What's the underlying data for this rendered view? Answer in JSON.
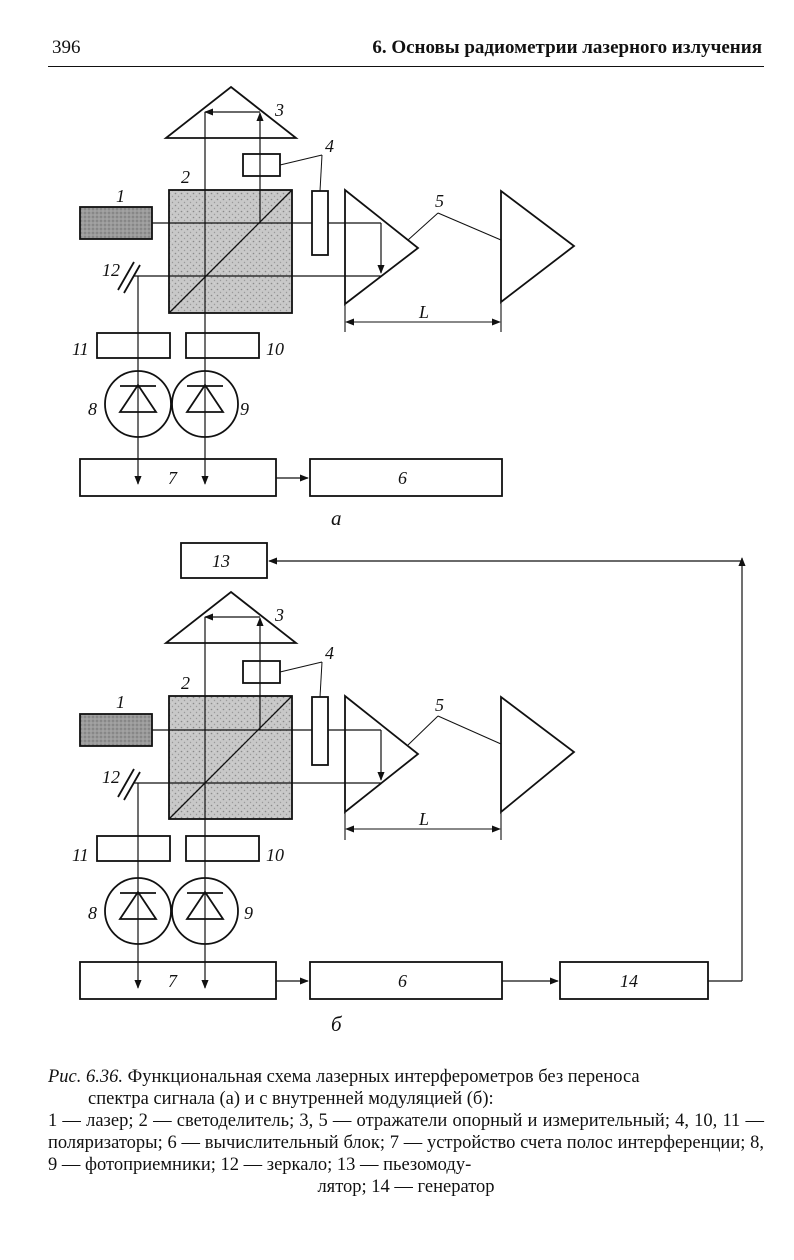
{
  "header": {
    "page_number": "396",
    "running_title": "6. Основы радиометрии лазерного излучения"
  },
  "figure": {
    "panel_a": {
      "labels": {
        "n1": "1",
        "n2": "2",
        "n3": "3",
        "n4": "4",
        "n5": "5",
        "n6": "6",
        "n7": "7",
        "n8": "8",
        "n9": "9",
        "n10": "10",
        "n11": "11",
        "n12": "12",
        "L": "L"
      },
      "sublabel": "а"
    },
    "panel_b": {
      "labels": {
        "n1": "1",
        "n2": "2",
        "n3": "3",
        "n4": "4",
        "n5": "5",
        "n6": "6",
        "n7": "7",
        "n8": "8",
        "n9": "9",
        "n10": "10",
        "n11": "11",
        "n12": "12",
        "n13": "13",
        "n14": "14",
        "L": "L"
      },
      "sublabel": "б"
    }
  },
  "caption": {
    "lead": "Рис. 6.36.",
    "title_line1": " Функциональная схема лазерных интерферометров без переноса",
    "title_line2": "спектра сигнала (а) и с внутренней модуляцией (б):",
    "legend": "1 — лазер; 2 — светоделитель; 3, 5 — отражатели опорный и измерительный; 4, 10, 11 — поляризаторы; 6 — вычислительный блок; 7 — устройство счета полос интерференции; 8, 9 — фотоприемники; 12 — зеркало; 13 — пьезомоду-",
    "legend_last": "лятор; 14 — генератор"
  }
}
